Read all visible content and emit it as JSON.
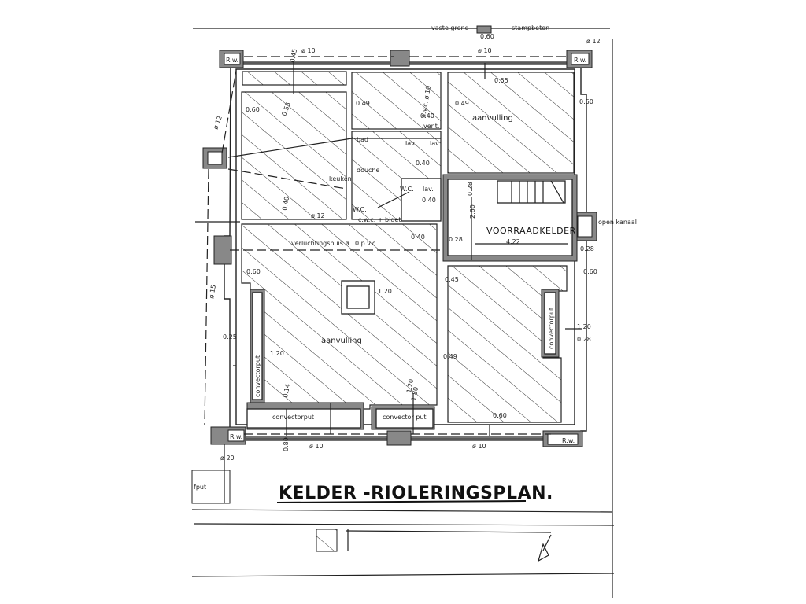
{
  "title": "KELDER -RIOLERINGSPLAN.",
  "legend": {
    "left": "vaste grond",
    "value": "0.60",
    "right": "stampbeton"
  },
  "rooms": {
    "aanvulling_top": "aanvulling",
    "aanvulling_mid": "aanvulling",
    "voorraadkelder": "VOORRAADKELDER",
    "voorraadkelder_width": "4.22",
    "voorraadkelder_depth": "2.60"
  },
  "fixtures": {
    "bad": "bad",
    "douche": "douche",
    "keuken": "keuken",
    "lav1": "lav.",
    "lav2": "lav.",
    "lav3": "lav.",
    "wc1": "W.C.",
    "wc2": "W.C.",
    "wc_bidet": "c.w.c. + bidet",
    "vent": "vent.",
    "convectorput_left": "convectorput",
    "convectorput_right": "convectorput",
    "convectorput_bottom1": "convectorput",
    "convectorput_bottom2": "convector put",
    "rw_tl": "R.w.",
    "rw_tr": "R.w.",
    "rw_bl": "R.w.",
    "rw_br": "R.w.",
    "open_kanaal": "open kanaal",
    "fput": "fput",
    "verluchting": "verluchtingsbuis ø 10 p.v.c.",
    "afvoer": "a.v.c. ø 10"
  },
  "pipes": {
    "top_left": "ø 10",
    "top_right": "ø 10",
    "bottom_left": "ø 10",
    "bottom_right": "ø 10",
    "right_corner": "ø 12",
    "left_diag": "ø 12",
    "left_long": "ø 15",
    "mid": "ø 12",
    "outlet": "ø 20"
  },
  "dims": [
    "0.45",
    "0.55",
    "0.60",
    "0.49",
    "0.40",
    "0.55",
    "0.60",
    "0.49",
    "0.40",
    "0.40",
    "0.40",
    "0.28",
    "0.28",
    "0.28",
    "0.60",
    "0.45",
    "1.20",
    "0.25",
    "1.20",
    "0.60",
    "1.20",
    "0.28",
    "0.49",
    "0.14",
    "1.20",
    "1.80",
    "0.60",
    "0.80",
    "0.40"
  ]
}
